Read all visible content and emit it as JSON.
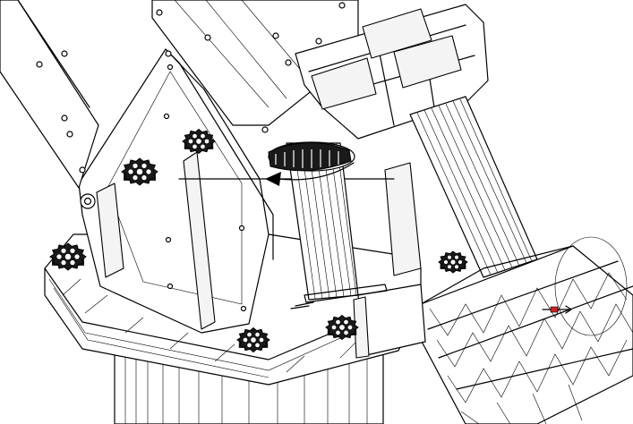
{
  "figure": {
    "description_free": true,
    "colors": {
      "line": "#000000",
      "background": "#ffffff",
      "indicator": "#d42020"
    },
    "knobs": [
      {
        "name": "knob-top-left"
      },
      {
        "name": "knob-left-side"
      },
      {
        "name": "knob-base-front-left"
      },
      {
        "name": "knob-base-front-center"
      },
      {
        "name": "knob-base-front-right"
      },
      {
        "name": "knob-base-right"
      }
    ],
    "rotation_arrow": "curved-arrow-icon",
    "index_marker": "red-marker"
  }
}
